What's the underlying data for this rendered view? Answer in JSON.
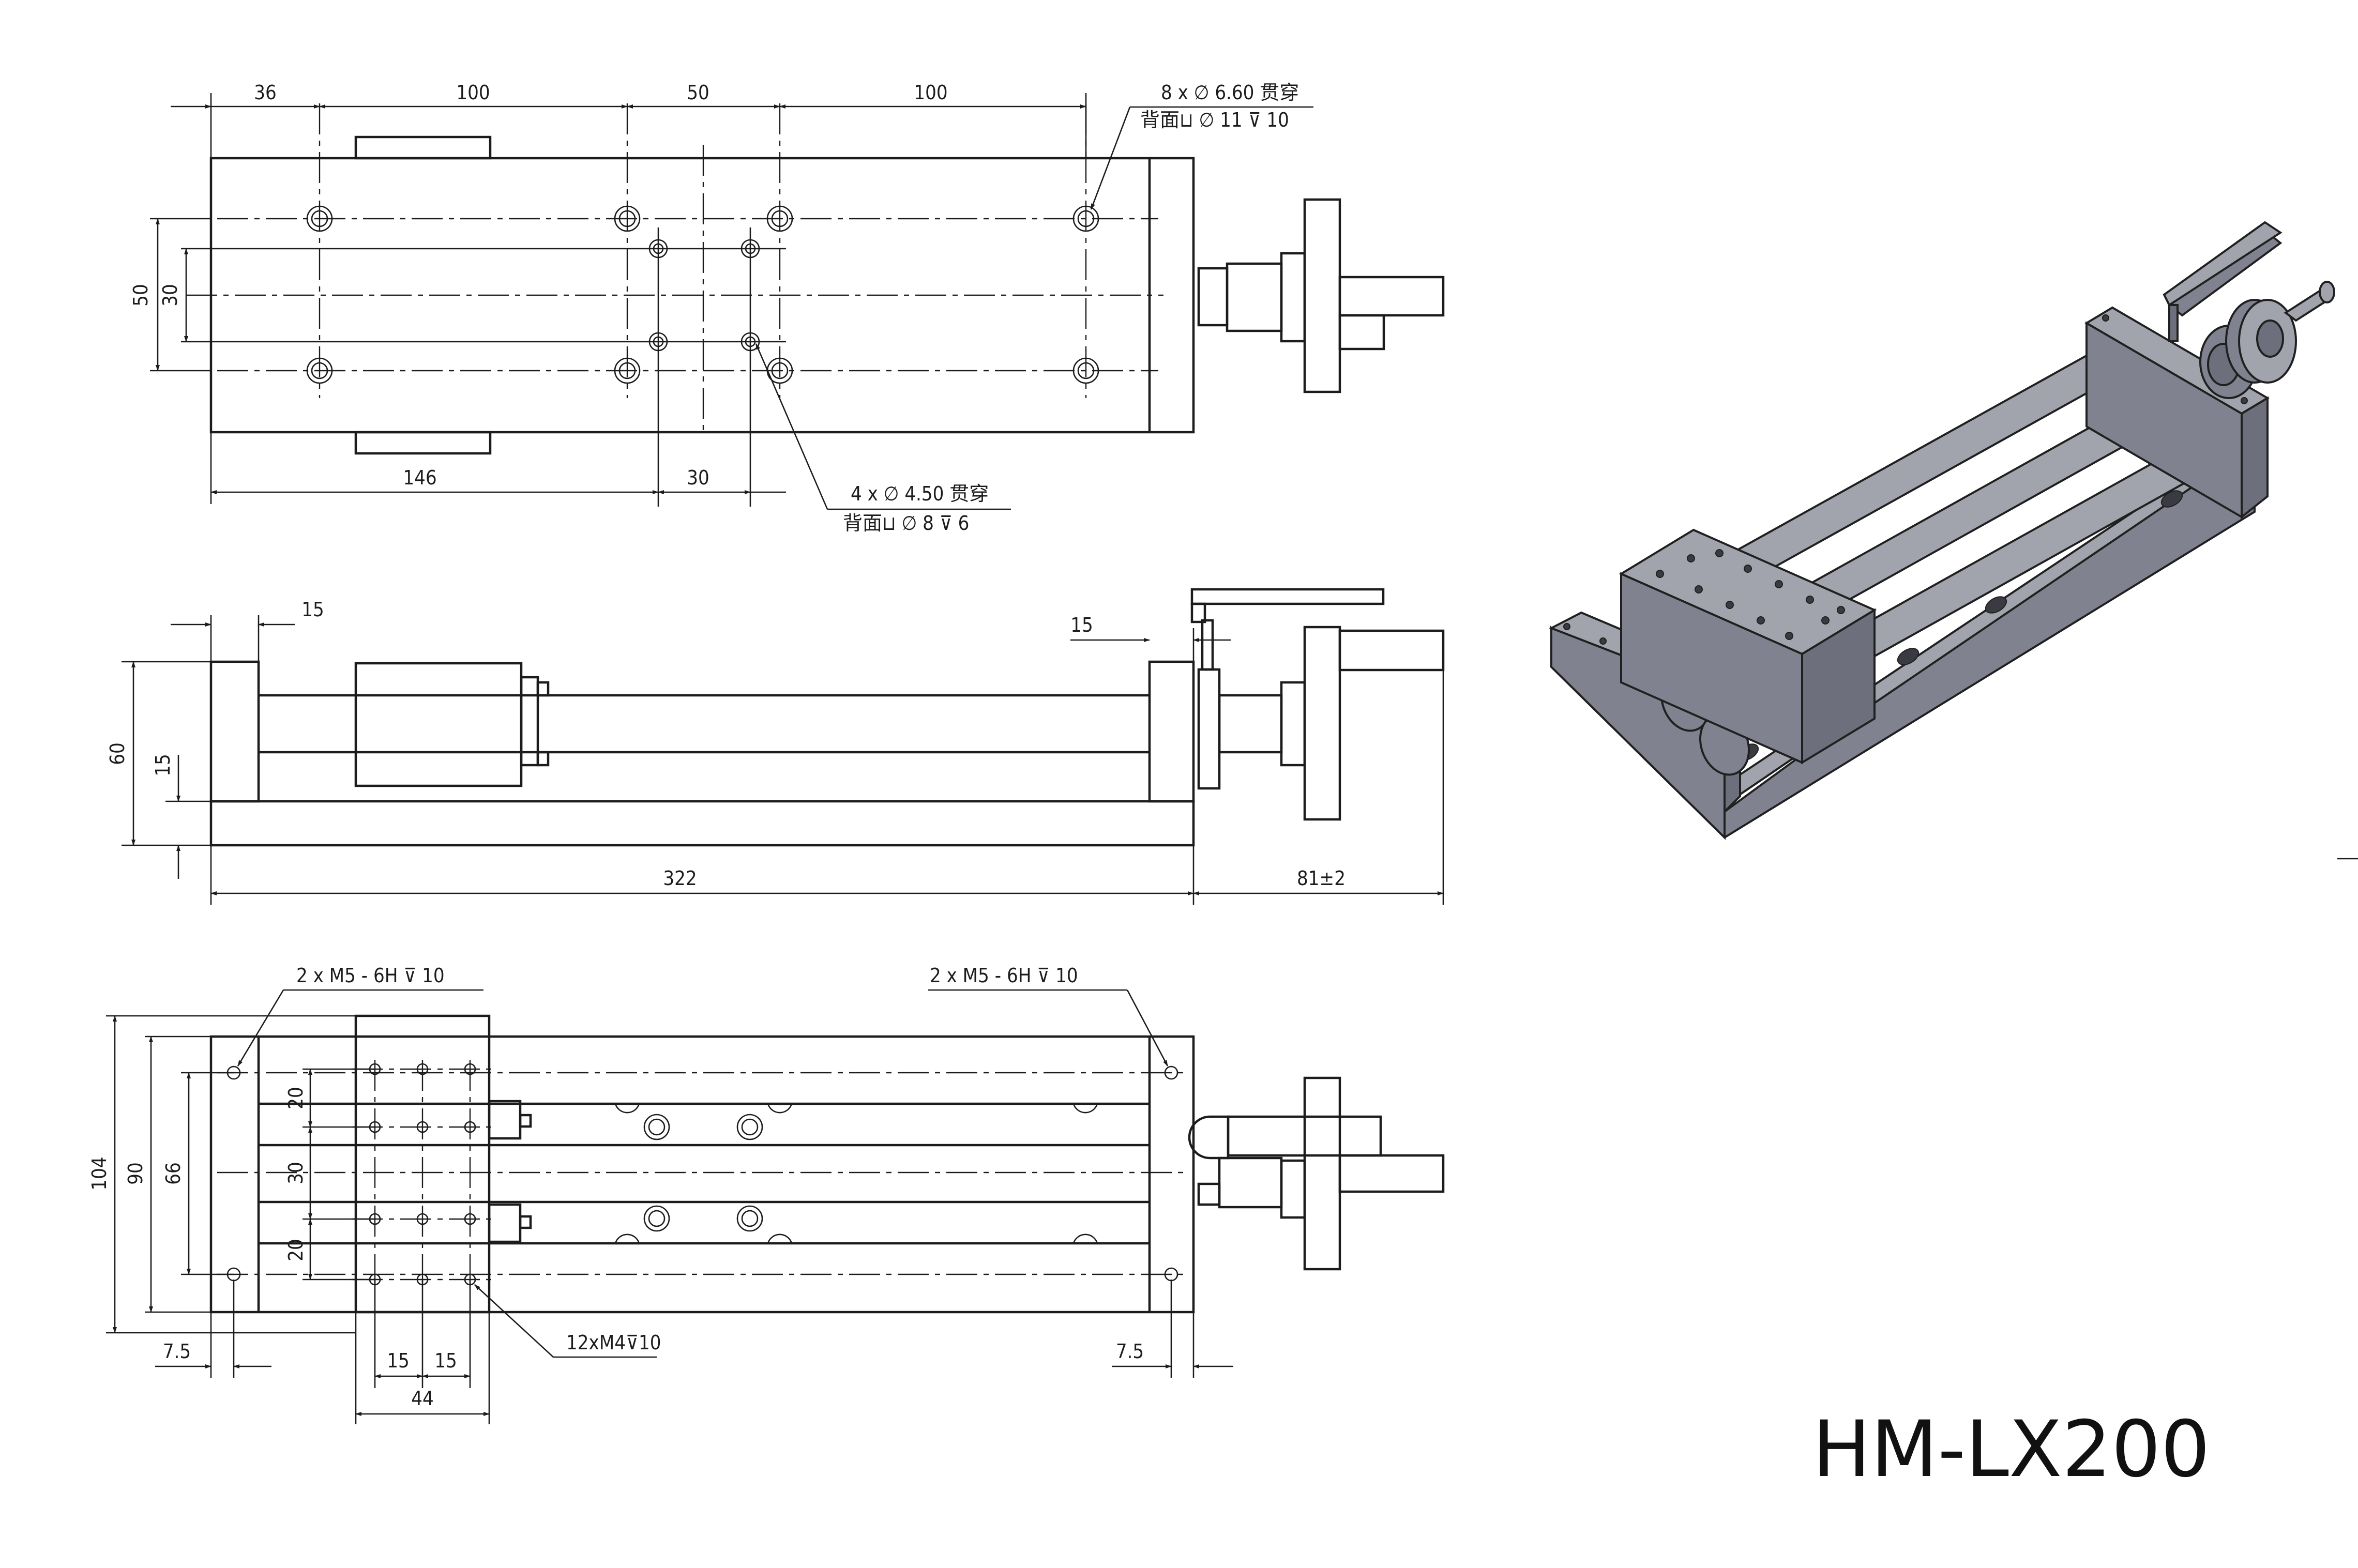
{
  "title": "HM-LX200",
  "top_view": {
    "dims": {
      "a": "36",
      "b": "100",
      "c": "50",
      "d": "100",
      "h50": "50",
      "h30": "30",
      "bottom_146": "146",
      "bottom_30": "30"
    },
    "note_large_holes": {
      "line1": "8 x ∅ 6.60 贯穿",
      "line2": "背面⊔ ∅ 11 ⊽ 10"
    },
    "note_small_holes": {
      "line1": "4 x ∅ 4.50 贯穿",
      "line2": "背面⊔ ∅ 8 ⊽ 6"
    }
  },
  "side_view": {
    "dims": {
      "left15": "15",
      "right15": "15",
      "h60": "60",
      "h15": "15",
      "len322": "322",
      "len81": "81±2"
    }
  },
  "bottom_view": {
    "note_left": "2 x M5 - 6H ⊽ 10",
    "note_right": "2 x M5 - 6H ⊽ 10",
    "note_carriage": "12xM4⊽10",
    "dims": {
      "h104": "104",
      "h90": "90",
      "h66": "66",
      "v20a": "20",
      "v30": "30",
      "v20b": "20",
      "left75": "7.5",
      "right75": "7.5",
      "h15a": "15",
      "h15b": "15",
      "w44": "44"
    }
  },
  "iso_colors": {
    "top": "#a2a4ad",
    "side": "#80838f",
    "dark": "#6d707c"
  }
}
